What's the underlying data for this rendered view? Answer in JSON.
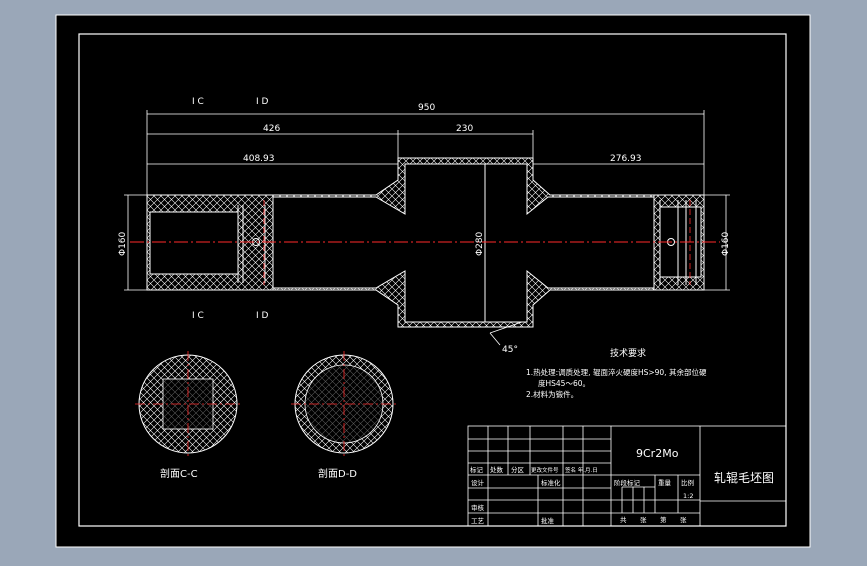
{
  "colors": {
    "background": "#9aa7b8",
    "paper": "#000000",
    "line": "#ffffff",
    "centerline": "#ff2a2a"
  },
  "section_marks": {
    "c": "C",
    "d": "D"
  },
  "dimensions": {
    "overall": "950",
    "left_to_collar": "426",
    "collar_width": "230",
    "left_neck": "408.93",
    "right_neck": "276.93",
    "dia_left": "Φ160",
    "dia_right": "Φ160",
    "dia_center": "Φ280",
    "chamfer_angle": "45°"
  },
  "sections": {
    "c_label": "剖面C-C",
    "d_label": "剖面D-D"
  },
  "tech_requirements": {
    "title": "技术要求",
    "line1": "1.热处理:调质处理, 辊面淬火硬度HS>90, 其余部位硬",
    "line2": "度HS45～60。",
    "line3": "2.材料为锻件。"
  },
  "title_block": {
    "material": "9Cr2Mo",
    "drawing_name": "轧辊毛坯图",
    "col_mark": "标记",
    "col_count": "处数",
    "col_zone": "分区",
    "col_change_doc": "更改文件号",
    "col_sign_date": "签名 年.月.日",
    "designer": "设计",
    "standardized": "标准化",
    "reviewer": "审核",
    "process": "工艺",
    "approval": "批准",
    "stage_mark": "阶段标记",
    "weight": "重量",
    "scale_label": "比例",
    "scale_value": "1:2",
    "sheets_total": "共",
    "sheets_label": "张",
    "sheet_no": "第",
    "sheet_label": "张"
  }
}
